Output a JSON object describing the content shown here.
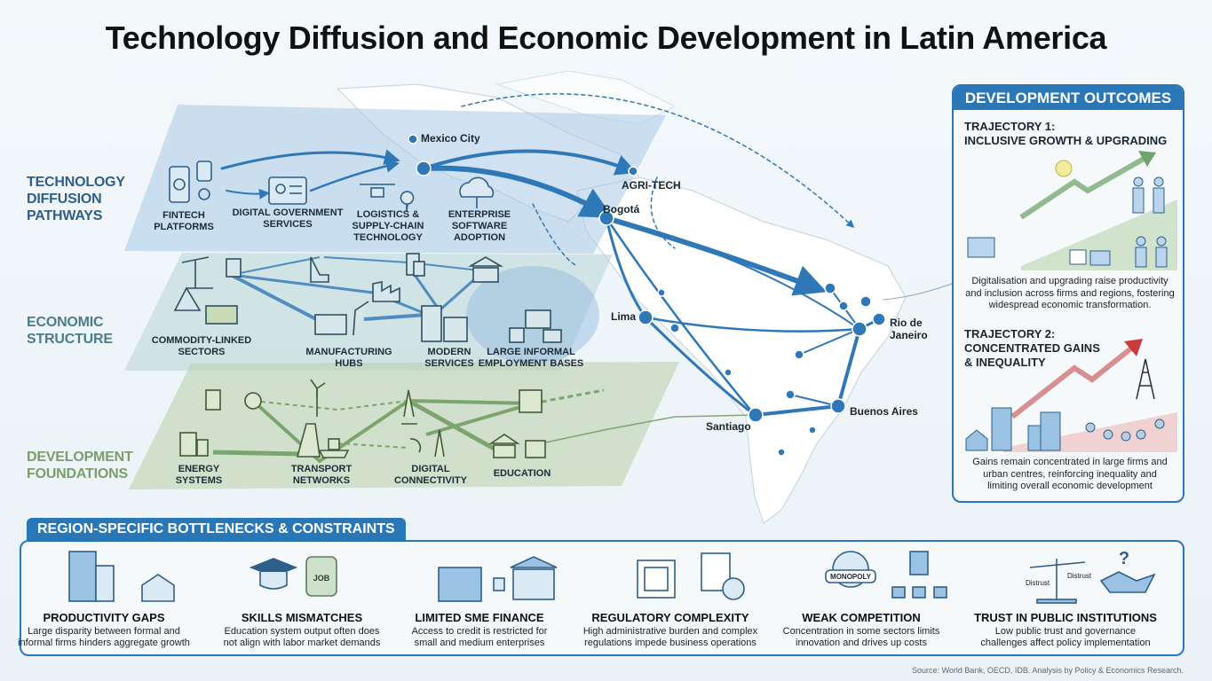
{
  "title": "Technology Diffusion and Economic Development in Latin America",
  "layers": [
    {
      "label_lines": [
        "TECHNOLOGY",
        "DIFFUSION",
        "PATHWAYS"
      ],
      "color": "#2e5f8a",
      "items": [
        {
          "lines": [
            "FINTECH",
            "PLATFORMS"
          ],
          "icon": "smartphone-icon"
        },
        {
          "lines": [
            "DIGITAL GOVERNMENT",
            "SERVICES"
          ],
          "icon": "id-card-icon"
        },
        {
          "lines": [
            "LOGISTICS &",
            "SUPPLY-CHAIN",
            "TECHNOLOGY"
          ],
          "icon": "drone-icon"
        },
        {
          "lines": [
            "ENTERPRISE",
            "SOFTWARE",
            "ADOPTION"
          ],
          "icon": "cloud-icon"
        }
      ]
    },
    {
      "label_lines": [
        "ECONOMIC",
        "STRUCTURE"
      ],
      "color": "#4a7d8c",
      "items": [
        {
          "lines": [
            "COMMODITY-LINKED",
            "SECTORS"
          ],
          "icon": "oil-pump-icon"
        },
        {
          "lines": [
            "MANUFACTURING",
            "HUBS"
          ],
          "icon": "robot-arm-icon"
        },
        {
          "lines": [
            "MODERN",
            "SERVICES"
          ],
          "icon": "office-building-icon"
        },
        {
          "lines": [
            "LARGE INFORMAL",
            "EMPLOYMENT BASES"
          ],
          "icon": "market-stall-icon"
        }
      ]
    },
    {
      "label_lines": [
        "DEVELOPMENT",
        "FOUNDATIONS"
      ],
      "color": "#7a9e6a",
      "items": [
        {
          "lines": [
            "ENERGY",
            "SYSTEMS"
          ],
          "icon": "power-plant-icon"
        },
        {
          "lines": [
            "TRANSPORT",
            "NETWORKS"
          ],
          "icon": "road-ship-icon"
        },
        {
          "lines": [
            "DIGITAL",
            "CONNECTIVITY"
          ],
          "icon": "antenna-icon"
        },
        {
          "lines": [
            "EDUCATION"
          ],
          "icon": "school-icon"
        }
      ]
    }
  ],
  "map": {
    "cities": [
      "Mexico City",
      "AGRI-TECH",
      "Bogotá",
      "Lima",
      "Rio de Janeiro",
      "Buenos Aires",
      "Santiago"
    ],
    "rio_lines": [
      "Rio de",
      "Janeiro"
    ]
  },
  "outcomes": {
    "header": "DEVELOPMENT OUTCOMES",
    "trajectories": [
      {
        "title_lines": [
          "TRAJECTORY 1:",
          "INCLUSIVE GROWTH & UPGRADING"
        ],
        "desc_lines": [
          "Digitalisation and upgrading raise productivity",
          "and inclusion across firms and regions, fostering",
          "widespread economic transformation."
        ],
        "color": "#5f9a5a"
      },
      {
        "title_lines": [
          "TRAJECTORY 2:",
          "CONCENTRATED GAINS",
          "& INEQUALITY"
        ],
        "desc_lines": [
          "Gains remain concentrated in large firms and",
          "urban centres, reinforcing inequality and",
          "limiting overall economic development"
        ],
        "color": "#cc3b3b"
      }
    ]
  },
  "constraints": {
    "header": "REGION-SPECIFIC BOTTLENECKS & CONSTRAINTS",
    "items": [
      {
        "title": "PRODUCTIVITY GAPS",
        "desc_lines": [
          "Large disparity between formal and",
          "informal firms hinders aggregate growth"
        ],
        "icon": "buildings-icon"
      },
      {
        "title": "SKILLS MISMATCHES",
        "desc_lines": [
          "Education system output often does",
          "not align with labor market demands"
        ],
        "icon": "graduation-puzzle-icon",
        "icon_text": "JOB"
      },
      {
        "title": "LIMITED SME FINANCE",
        "desc_lines": [
          "Access to credit is restricted for",
          "small and medium enterprises"
        ],
        "icon": "shop-bank-icon"
      },
      {
        "title": "REGULATORY COMPLEXITY",
        "desc_lines": [
          "High administrative burden and complex",
          "regulations impede business operations"
        ],
        "icon": "maze-document-icon"
      },
      {
        "title": "WEAK COMPETITION",
        "desc_lines": [
          "Concentration in some sectors limits",
          "innovation and drives up costs"
        ],
        "icon": "monopoly-globe-icon",
        "icon_text": "MONOPOLY"
      },
      {
        "title": "TRUST IN PUBLIC INSTITUTIONS",
        "desc_lines": [
          "Low public trust and governance",
          "challenges affect policy implementation"
        ],
        "icon": "scale-handshake-icon",
        "icon_text": [
          "Distrust",
          "Distrust"
        ]
      }
    ]
  },
  "source": "Source: World Bank, OECD, IDB. Analysis by Policy & Economics Research.",
  "colors": {
    "accent": "#2a77b8",
    "flow": "#2f78b7",
    "green": "#7a9e6a",
    "red": "#cc3b3b"
  }
}
